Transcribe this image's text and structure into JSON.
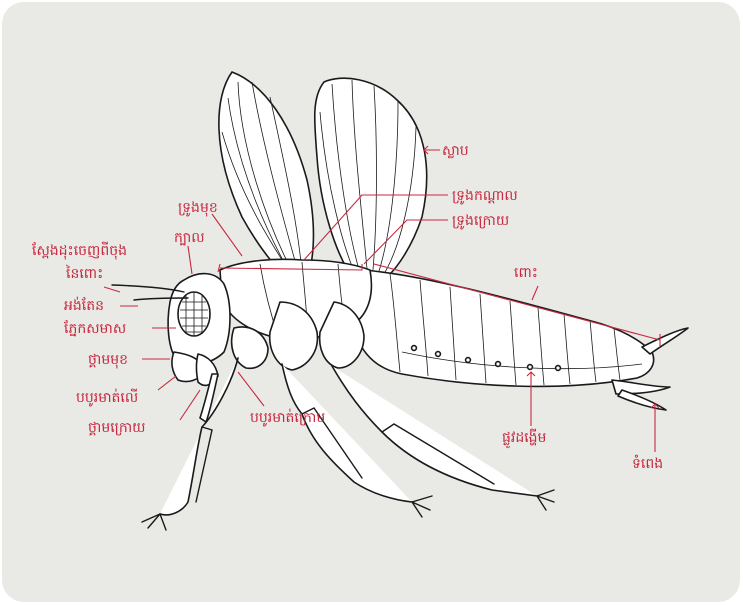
{
  "colors": {
    "background": "#e9eae6",
    "label": "#c8283f",
    "ink": "#1a1a1a"
  },
  "labels": {
    "wings": "ស្លាប",
    "prothorax": "ទ្រូងមុខ",
    "mesothorax": "ទ្រូងកណ្ដាល",
    "metathorax": "ទ្រូងក្រោយ",
    "head": "ក្បាល",
    "ocelli_line1": "ស្ពែងដុះចេញពីចុង",
    "ocelli_line2": "នៃពោះ",
    "abdomen": "ពោះ",
    "antenna": "អង់តែន",
    "compound_eye": "ភ្នែកសមាស",
    "labrum": "ថ្គាមមុខ",
    "maxillary_palp": "បបូរមាត់លើ",
    "mandible": "ថ្គាមក្រោយ",
    "labial_palp": "បបូរមាត់ក្រោម",
    "spiracle": "ផ្លូវដង្ហើម",
    "cerci": "ទំពេង"
  }
}
